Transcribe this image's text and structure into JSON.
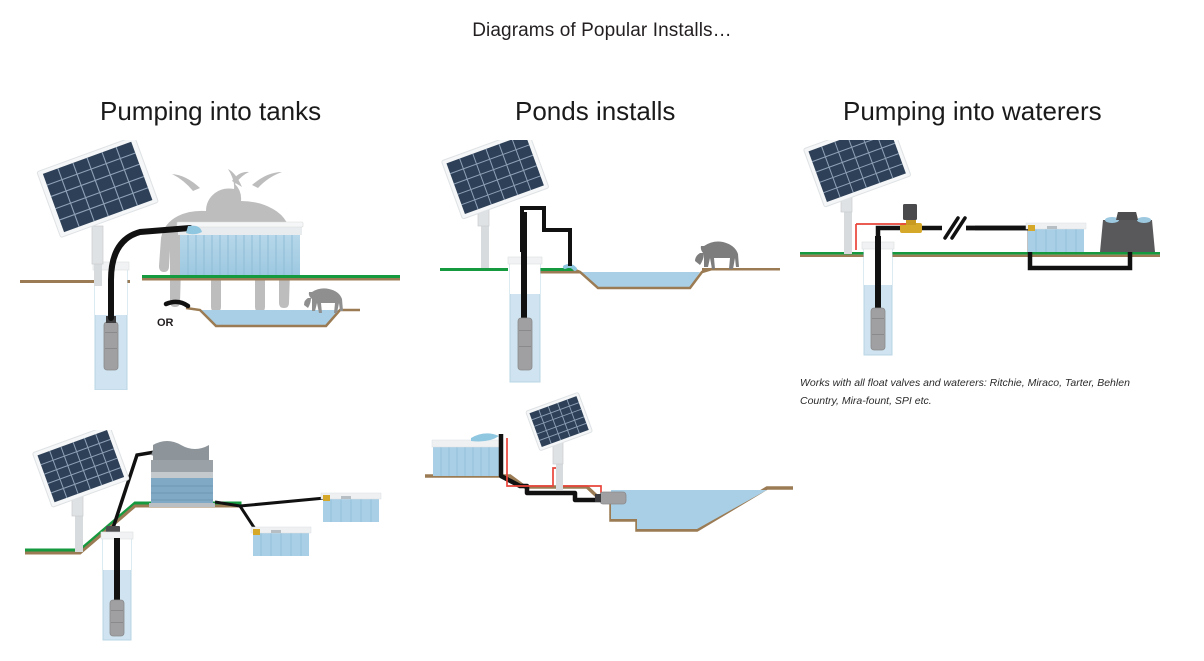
{
  "page": {
    "title": "Diagrams of Popular Installs…",
    "background_color": "#ffffff"
  },
  "columns": [
    {
      "id": "tanks",
      "heading": "Pumping into tanks",
      "diagrams": [
        {
          "id": "well-to-tank",
          "caption_inline": "OR",
          "elements": [
            "solar-panel-on-pole",
            "well-casing-with-submersible-pump",
            "black-discharge-hose",
            "storage-tank",
            "cow-silhouette",
            "open-water-trough",
            "grazing-animal-silhouette"
          ]
        },
        {
          "id": "well-to-elevated-tank-gravity-troughs",
          "elements": [
            "solar-panel-on-pole",
            "well-casing-with-submersible-pump",
            "elevated-storage-tank-on-hill",
            "gravity-feed-pipe",
            "float-valve-trough-lower",
            "float-valve-trough-upper"
          ]
        }
      ]
    },
    {
      "id": "ponds",
      "heading": "Ponds installs",
      "diagrams": [
        {
          "id": "well-to-pond",
          "elements": [
            "solar-panel-on-pole",
            "well-casing-with-submersible-pump",
            "black-discharge-pipe",
            "pond-cross-section",
            "grazing-animal-silhouette"
          ]
        },
        {
          "id": "pond-to-tank-uphill",
          "elements": [
            "pond-cross-section",
            "submersible-pump-in-pond",
            "solar-panel-on-pole",
            "red-power-cable",
            "black-discharge-pipe",
            "storage-tank-uphill"
          ]
        }
      ]
    },
    {
      "id": "waterers",
      "heading": "Pumping into waterers",
      "note": "Works with all float valves and waterers: Ritchie, Miraco, Tarter, Behlen Country, Mira-fount, SPI etc.",
      "diagrams": [
        {
          "id": "well-to-waterers",
          "pipe_break_symbol": "//",
          "elements": [
            "solar-panel-on-pole",
            "controller-box",
            "brass-valve",
            "red-power-cable",
            "well-casing-with-submersible-pump",
            "pipe-break-symbol",
            "buried-supply-line",
            "float-valve-trough",
            "automatic-waterer-unit"
          ]
        }
      ]
    }
  ],
  "colors": {
    "panel_cell": "#2e4057",
    "panel_cell_dark": "#24344a",
    "panel_frame": "#f2f4f6",
    "panel_grid": "#9fb3c8",
    "pole": "#d8dbdd",
    "water": "#a9cfe6",
    "water_deep": "#7fa9c4",
    "tank_rim": "#e8eaec",
    "ground_brown": "#9b7b53",
    "grass_green": "#159a3f",
    "pipe_black": "#111111",
    "wire_red": "#e8443a",
    "valve_gold": "#d6a82a",
    "animal_gray": "#bdbdbd",
    "waterer_gray": "#59595b",
    "pump_body": "#9a9a9c",
    "text": "#231f20"
  }
}
